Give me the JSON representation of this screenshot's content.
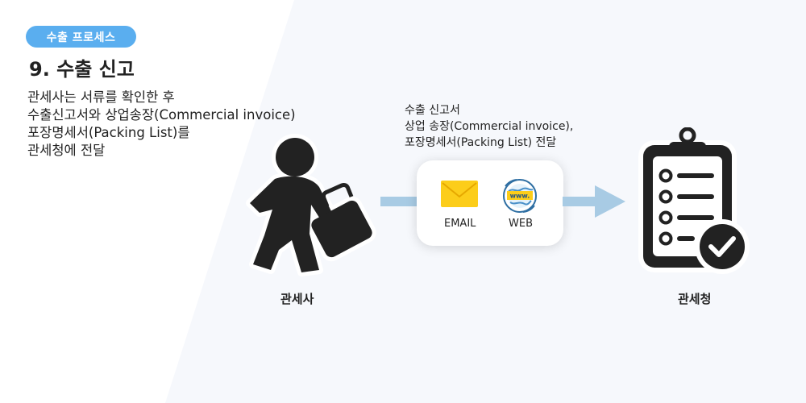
{
  "badge": "수출 프로세스",
  "title": "9. 수출 신고",
  "description": [
    "관세사는 서류를 확인한 후",
    "수출신고서와 상업송장(Commercial invoice)",
    "포장명세서(Packing List)를",
    "관세청에 전달"
  ],
  "caption": [
    "수출 신고서",
    "상업 송장(Commercial invoice),",
    "포장명세서(Packing List) 전달"
  ],
  "channels": {
    "email_label": "EMAIL",
    "web_label": "WEB",
    "web_icon_text": "www."
  },
  "nodes": {
    "customs_broker": "관세사",
    "customs_service": "관세청"
  },
  "colors": {
    "badge": "#5aaeef",
    "arrow": "#a8cbe4",
    "icon_dark": "#222222",
    "email_icon": "#fccd1a",
    "background_panel": "#f6f8fc"
  },
  "icons": {
    "broker": "person-with-briefcase-icon",
    "email": "envelope-icon",
    "web": "globe-www-icon",
    "customs": "clipboard-checklist-icon",
    "check": "check-circle-icon"
  }
}
